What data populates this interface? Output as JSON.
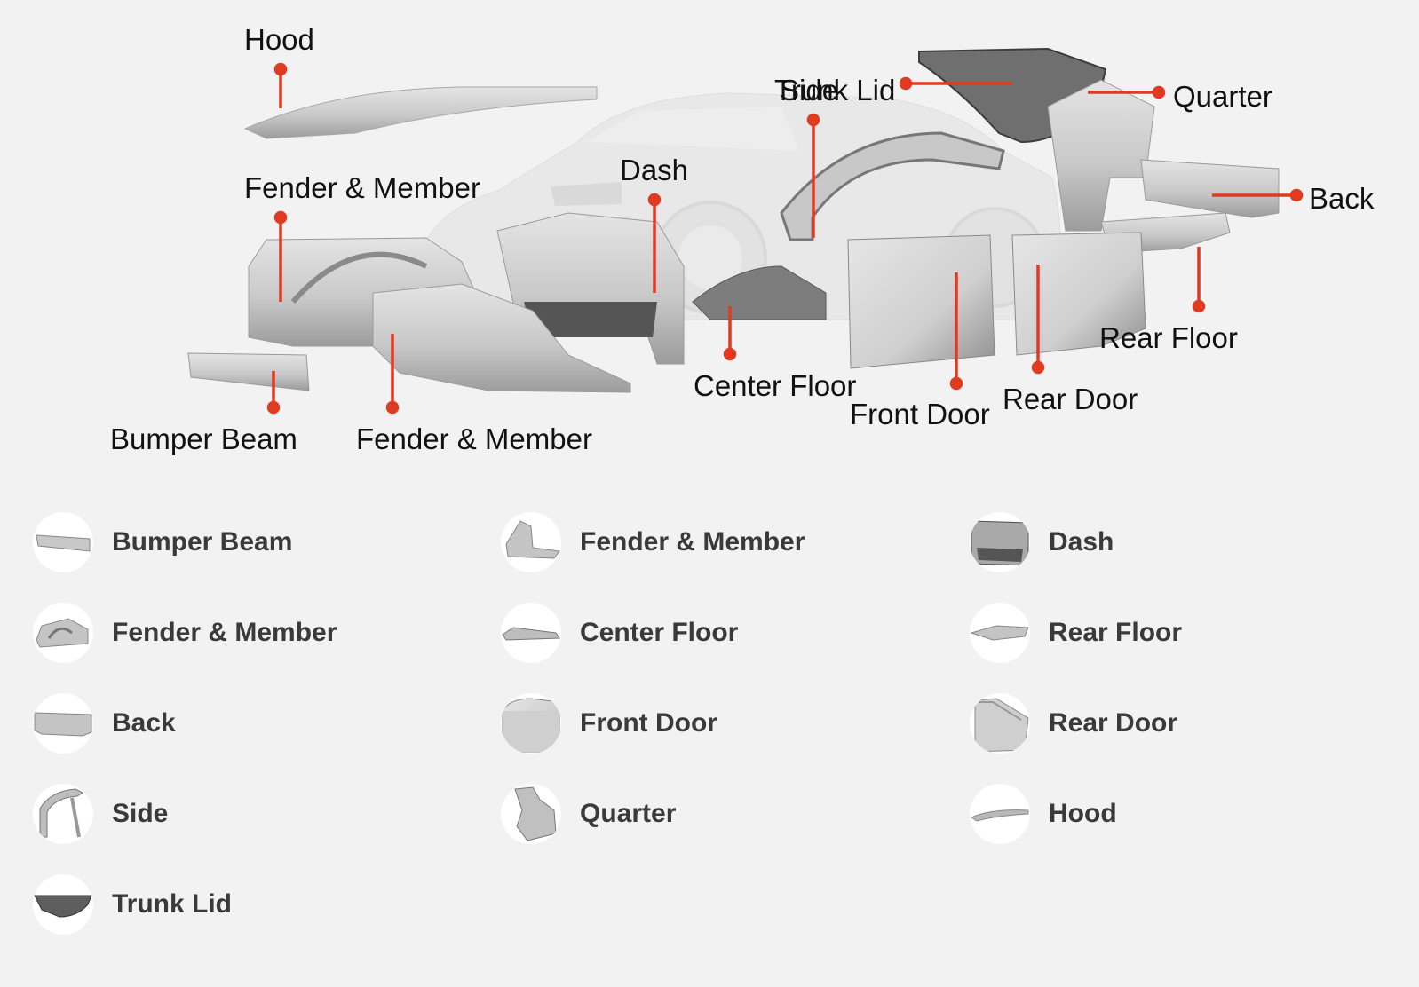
{
  "colors": {
    "accent": "#e03a20",
    "background": "#f2f2f2",
    "label": "#111111",
    "legend_text": "#3a3a3a"
  },
  "callouts": {
    "hood": "Hood",
    "fender_member_upper": "Fender & Member",
    "dash": "Dash",
    "trunk_lid": "Trunk Lid",
    "side": "Side",
    "quarter": "Quarter",
    "back": "Back",
    "rear_floor": "Rear Floor",
    "center_floor": "Center Floor",
    "front_door": "Front Door",
    "rear_door": "Rear Door",
    "bumper_beam": "Bumper Beam",
    "fender_member_lower": "Fender & Member"
  },
  "legend": [
    {
      "label": "Bumper Beam",
      "icon": "bumper-beam-icon"
    },
    {
      "label": "Fender & Member",
      "icon": "front-fender-member-icon"
    },
    {
      "label": "Dash",
      "icon": "dash-icon"
    },
    {
      "label": "Fender & Member",
      "icon": "rear-fender-member-icon"
    },
    {
      "label": "Center Floor",
      "icon": "center-floor-icon"
    },
    {
      "label": "Rear Floor",
      "icon": "rear-floor-icon"
    },
    {
      "label": "Back",
      "icon": "back-panel-icon"
    },
    {
      "label": "Front Door",
      "icon": "front-door-icon"
    },
    {
      "label": "Rear Door",
      "icon": "rear-door-icon"
    },
    {
      "label": "Side",
      "icon": "side-panel-icon"
    },
    {
      "label": "Quarter",
      "icon": "quarter-panel-icon"
    },
    {
      "label": "Hood",
      "icon": "hood-icon"
    },
    {
      "label": "Trunk Lid",
      "icon": "trunk-lid-icon"
    }
  ]
}
